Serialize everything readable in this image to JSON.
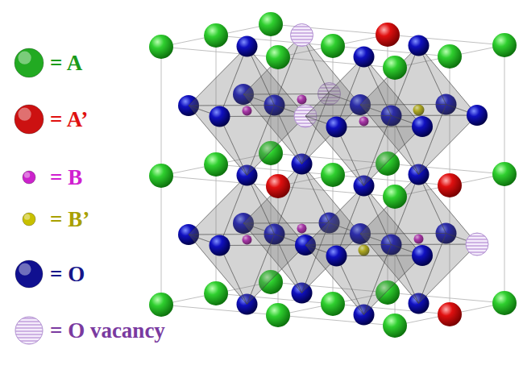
{
  "diagram": {
    "legend": [
      {
        "text": "= A",
        "color": "#22aa22"
      },
      {
        "text": "= A’",
        "color": "#cc1111"
      },
      {
        "text": "= B",
        "color": "#cc22cc"
      },
      {
        "text": "= B’",
        "color": "#c8c000"
      },
      {
        "text": "= O",
        "color": "#101090"
      },
      {
        "text": "= O vacancy"
      }
    ]
  }
}
